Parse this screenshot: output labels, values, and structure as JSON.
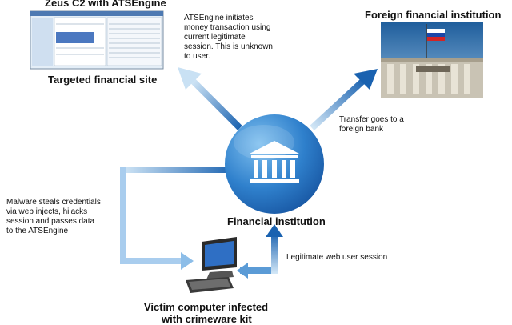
{
  "nodes": {
    "top_left_title": "Zeus C2 with ATSEngine",
    "targeted_site": "Targeted financial site",
    "foreign_bank": "Foreign financial institution",
    "financial_institution": "Financial institution",
    "victim_line1": "Victim computer infected",
    "victim_line2": "with crimeware kit"
  },
  "notes": {
    "ats_initiates": [
      "ATSEngine initiates",
      "money transaction using",
      "current legitimate",
      "session. This is unknown",
      "to user."
    ],
    "transfer": [
      "Transfer goes to a",
      "foreign bank"
    ],
    "malware": [
      "Malware steals credentials",
      "via web injects, hijacks",
      "session and passes data",
      "to the ATSEngine"
    ],
    "legit_session": "Legitimate web user session"
  },
  "colors": {
    "arrow_light": "#cfe6f6",
    "arrow_dark": "#1a62b0",
    "circle": "#2c7cc7"
  },
  "icons": {
    "center": "bank-building-icon",
    "victim": "desktop-computer-icon",
    "foreign": "bank-photo-with-flag",
    "screenshot": "browser-window-screenshot"
  }
}
